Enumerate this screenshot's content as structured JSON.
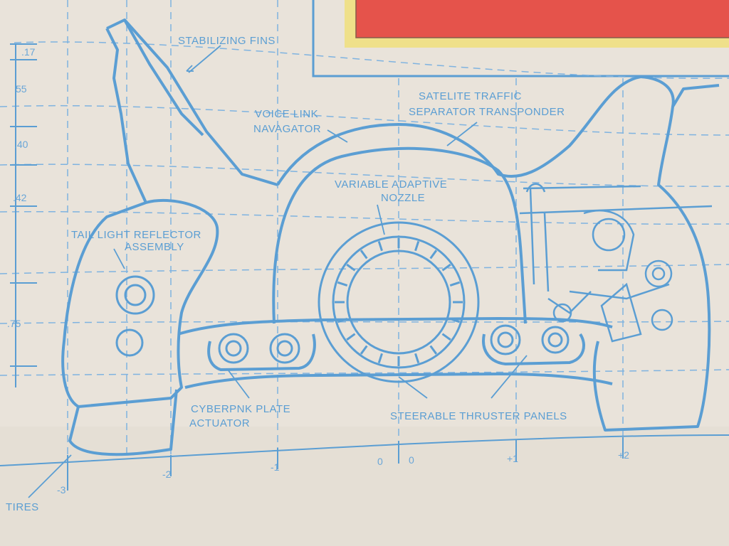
{
  "colors": {
    "fabric": "#e9e3da",
    "ink": "#5b9ed3",
    "inset_red": "#e5534b",
    "inset_yellow": "#efe08a"
  },
  "labels": {
    "stabilizing_fins": "STABILIZING FINS",
    "voice_link_line1": "VOICE LINK",
    "voice_link_line2": "NAVAGATOR",
    "satelite_line1": "SATELITE TRAFFIC",
    "satelite_line2": "SEPARATOR TRANSPONDER",
    "nozzle_line1": "VARIABLE ADAPTIVE",
    "nozzle_line2": "NOZZLE",
    "taillight_line1": "TAIL LIGHT REFLECTOR",
    "taillight_line2": "ASSEMBLY",
    "cyberpnk_line1": "CYBERPNK PLATE",
    "cyberpnk_line2": "ACTUATOR",
    "thruster": "STEERABLE THRUSTER PANELS",
    "tires": "TIRES"
  },
  "dimensions": {
    "left": [
      ".17",
      "55",
      ".40",
      ".42",
      ".75"
    ],
    "bottom": [
      "-3",
      "-2",
      "-1",
      "0",
      "0",
      "+1",
      "+2"
    ]
  }
}
